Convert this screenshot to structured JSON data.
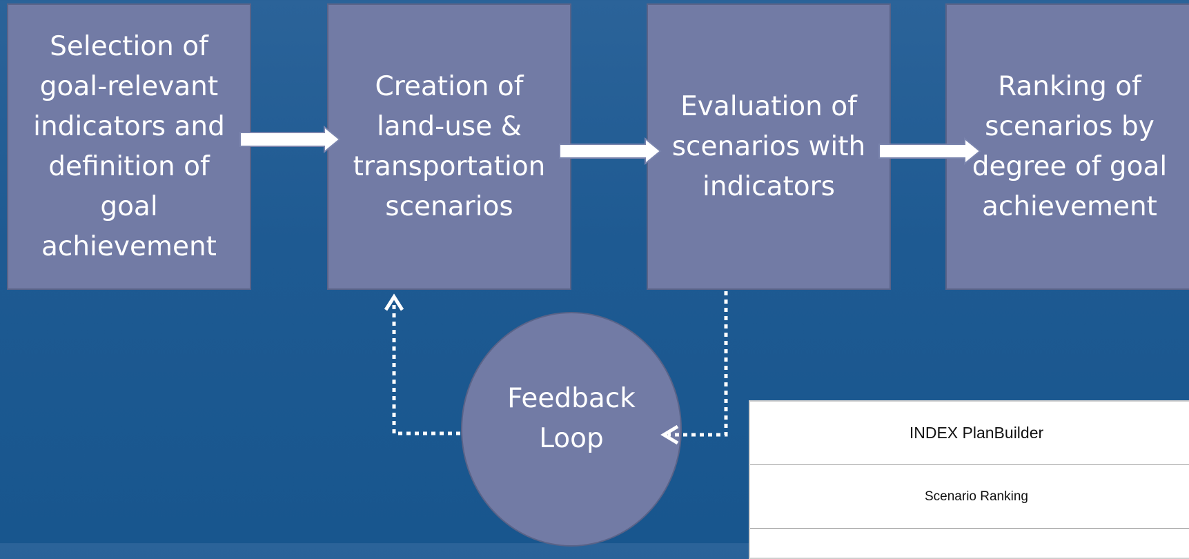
{
  "steps": [
    {
      "lines": [
        "Selection of",
        "goal-relevant",
        "indicators and",
        "definition of",
        "goal",
        "achievement"
      ]
    },
    {
      "lines": [
        "Creation of",
        "land-use &",
        "transportation",
        "scenarios"
      ]
    },
    {
      "lines": [
        "Evaluation of",
        "scenarios with",
        "indicators"
      ]
    },
    {
      "lines": [
        "Ranking of",
        "scenarios by",
        "degree of goal",
        "achievement"
      ]
    }
  ],
  "feedback": {
    "lines": [
      "Feedback",
      "Loop"
    ]
  },
  "panel": {
    "title": "INDEX PlanBuilder",
    "subtitle": "Scenario Ranking"
  },
  "colors": {
    "box_fill": "#727ba5",
    "background": "#1e5a92",
    "arrow": "#ffffff"
  }
}
